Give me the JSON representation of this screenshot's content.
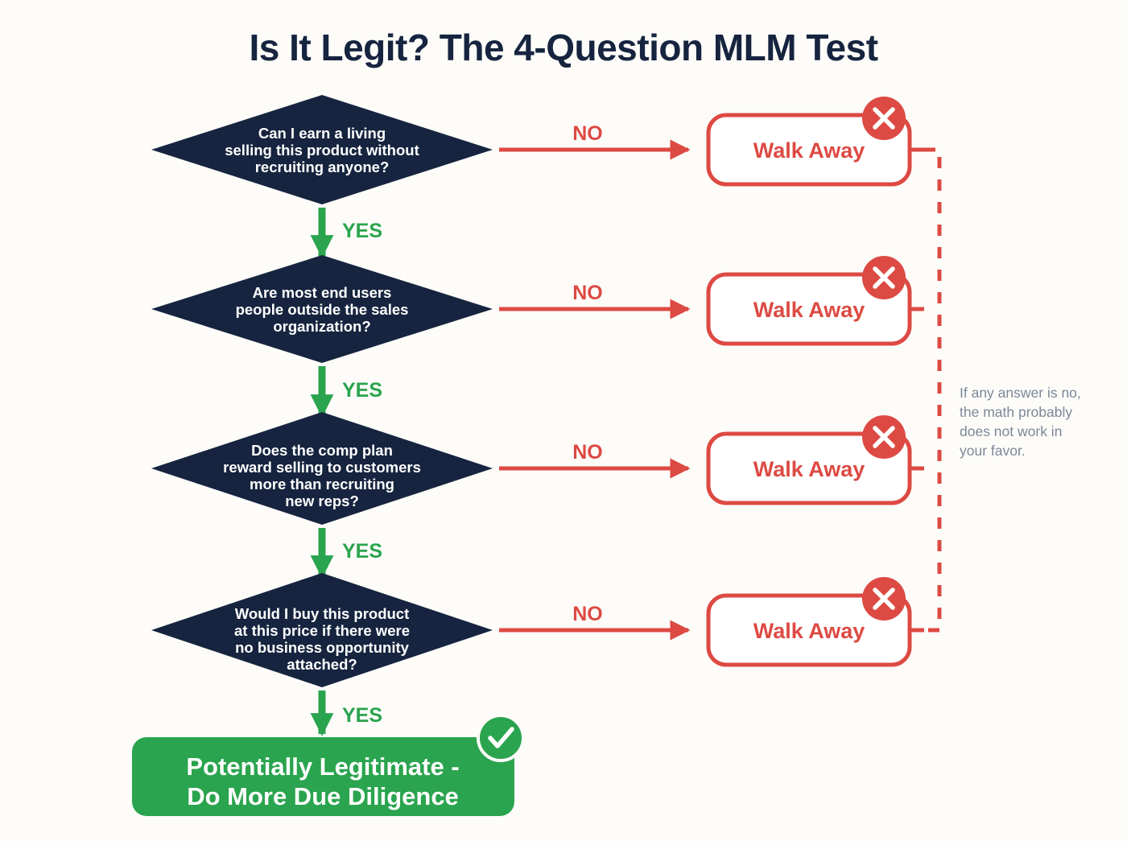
{
  "title": "Is It Legit? The 4-Question MLM Test",
  "labels": {
    "yes": "YES",
    "no": "NO"
  },
  "steps": [
    {
      "question_lines": [
        "Can I earn a living",
        "selling this product without",
        "recruiting anyone?"
      ],
      "no_label": "NO",
      "yes_label": "YES",
      "outcome_label": "Walk Away",
      "outcome_icon": "circle-x-icon"
    },
    {
      "question_lines": [
        "Are most end users",
        "people outside the sales",
        "organization?"
      ],
      "no_label": "NO",
      "yes_label": "YES",
      "outcome_label": "Walk Away",
      "outcome_icon": "circle-x-icon"
    },
    {
      "question_lines": [
        "Does the comp plan",
        "reward selling to customers",
        "more than recruiting",
        "new reps?"
      ],
      "no_label": "NO",
      "yes_label": "YES",
      "outcome_label": "Walk Away",
      "outcome_icon": "circle-x-icon"
    },
    {
      "question_lines": [
        "Would I buy this product",
        "at this price if there were",
        "no business opportunity",
        "attached?"
      ],
      "no_label": "NO",
      "yes_label": "YES",
      "outcome_label": "Walk Away",
      "outcome_icon": "circle-x-icon"
    }
  ],
  "final": {
    "line1": "Potentially Legitimate -",
    "line2": "Do More Due Diligence",
    "icon": "circle-check-icon"
  },
  "note": {
    "lines": [
      "If any answer is no,",
      "the math probably",
      "does not work in",
      "your favor."
    ]
  },
  "colors": {
    "background": "#fdfcf9",
    "navy": "#16243f",
    "red": "#dd4a43",
    "green": "#2aa44e",
    "note_gray": "#7c8899",
    "white": "#ffffff"
  }
}
